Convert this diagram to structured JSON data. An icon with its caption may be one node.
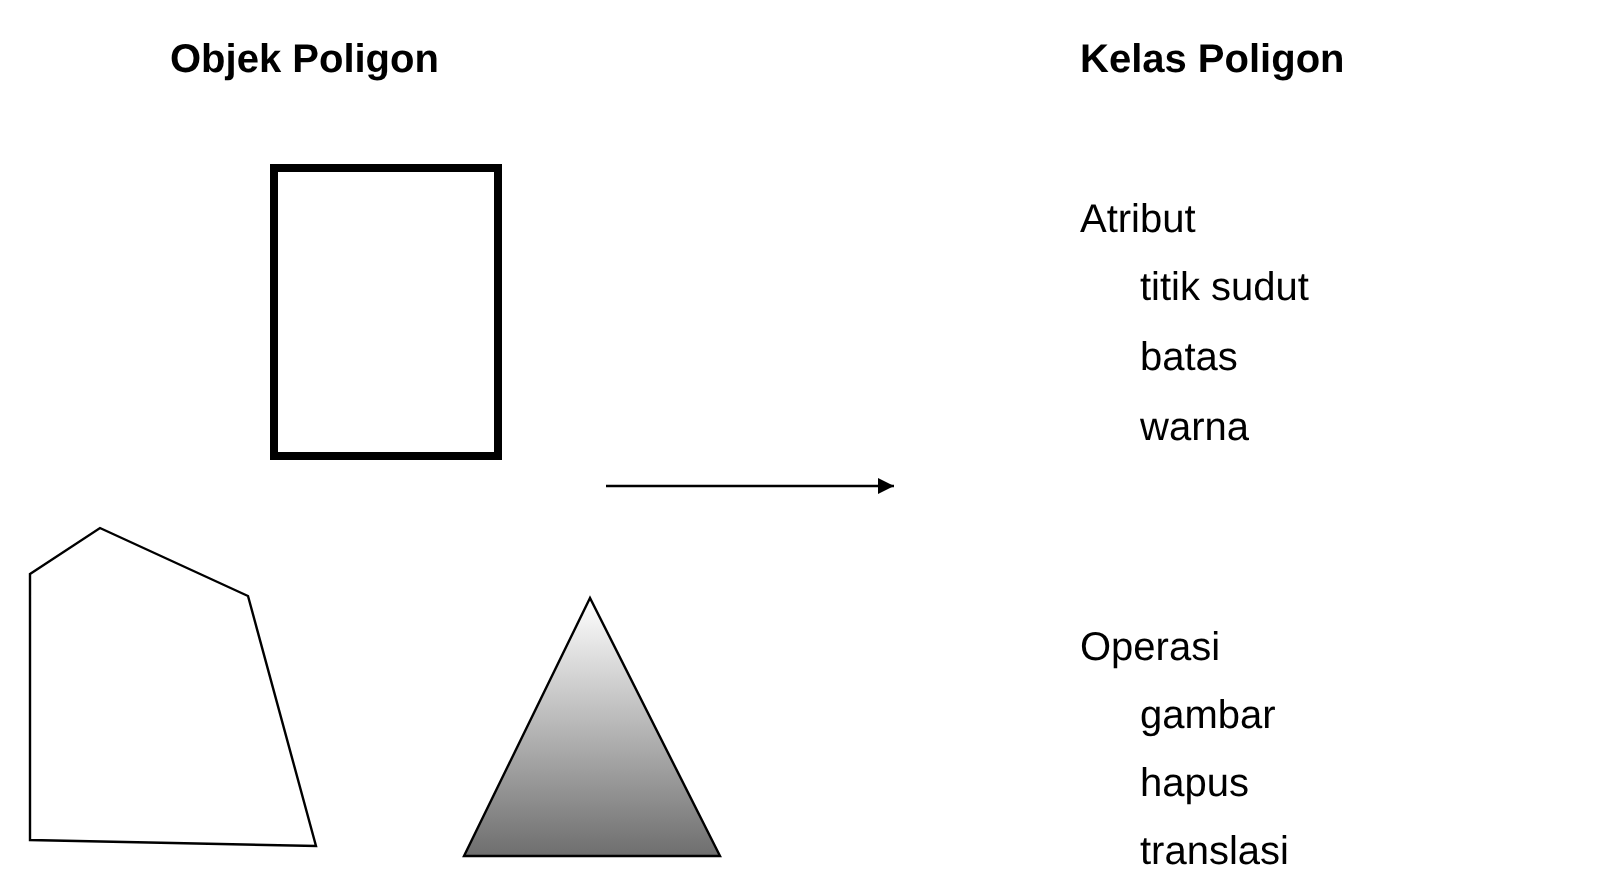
{
  "diagram": {
    "nodes": [
      {
        "text": [
          "Objek Poligon"
        ]
      },
      {
        "text": [],
        "shape": "rectangle",
        "in": 0
      },
      {
        "text": [],
        "shape": "pentagon",
        "in": 0
      },
      {
        "text": [],
        "shape": "triangle",
        "in": 0
      },
      {
        "text": [
          "Kelas Poligon",
          "Atribut",
          "titik sudut",
          "batas",
          "warna",
          "Operasi",
          "gambar",
          "hapus",
          "translasi"
        ]
      }
    ]
  }
}
